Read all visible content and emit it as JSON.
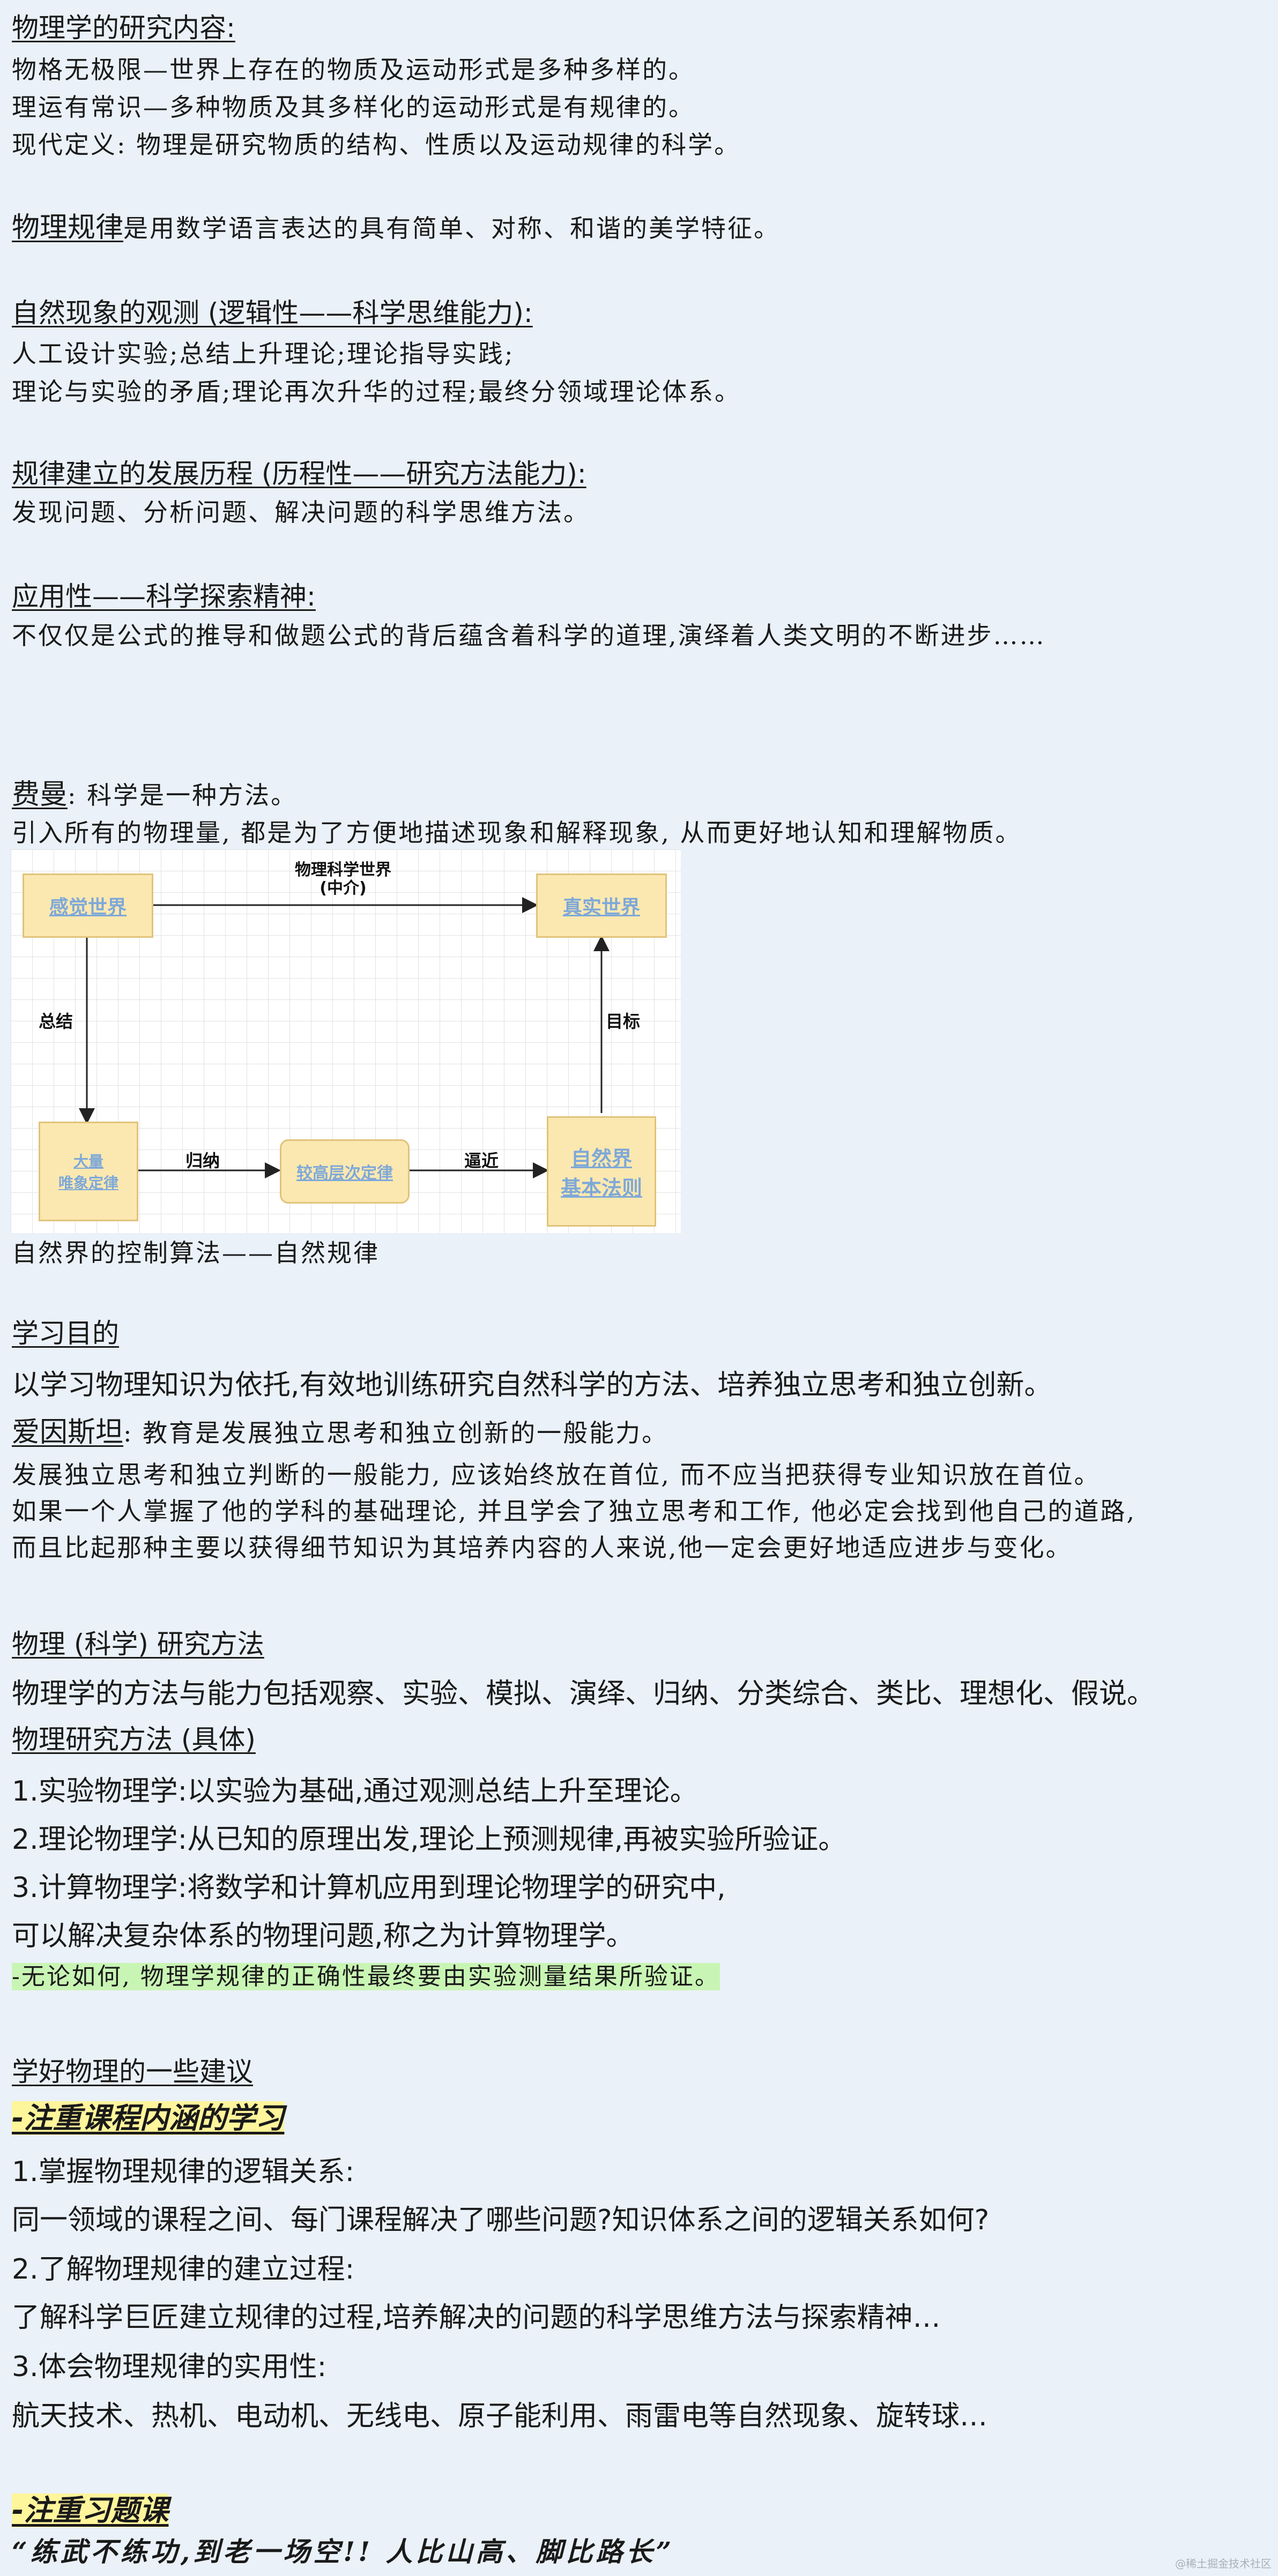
{
  "s1": {
    "heading": "物理学的研究内容:",
    "lines": [
      "物格无极限—世界上存在的物质及运动形式是多种多样的。",
      "理运有常识—多种物质及其多样化的运动形式是有规律的。",
      "现代定义: 物理是研究物质的结构、性质以及运动规律的科学。"
    ]
  },
  "s2": {
    "term": "物理规律",
    "rest": "是用数学语言表达的具有简单、对称、和谐的美学特征。"
  },
  "s3": {
    "heading": "自然现象的观测 (逻辑性——科学思维能力):",
    "lines": [
      "人工设计实验;总结上升理论;理论指导实践;",
      "理论与实验的矛盾;理论再次升华的过程;最终分领域理论体系。"
    ]
  },
  "s4": {
    "heading": "规律建立的发展历程 (历程性——研究方法能力):",
    "line": "发现问题、分析问题、解决问题的科学思维方法。"
  },
  "s5": {
    "heading": "应用性——科学探索精神:",
    "line": "不仅仅是公式的推导和做题公式的背后蕴含着科学的道理,演绎着人类文明的不断进步……"
  },
  "s6": {
    "name": "费曼",
    "rest": ": 科学是一种方法。",
    "line": "引入所有的物理量, 都是为了方便地描述现象和解释现象, 从而更好地认知和理解物质。"
  },
  "diagram": {
    "box_perceived": "感觉世界",
    "box_real": "真实世界",
    "box_phen_1": "大量",
    "box_phen_2": "唯象定律",
    "box_higher": "较高层次定律",
    "box_nature_1": "自然界",
    "box_nature_2": "基本法则",
    "label_world_1": "物理科学世界",
    "label_world_2": "(中介)",
    "label_summary": "总结",
    "label_goal": "目标",
    "label_induce": "归纳",
    "label_approach": "逼近",
    "caption": "自然界的控制算法——自然规律"
  },
  "s7": {
    "heading": "学习目的",
    "line1": "以学习物理知识为依托,有效地训练研究自然科学的方法、培养独立思考和独立创新。",
    "einstein": "爱因斯坦",
    "einstein_rest": ": 教育是发展独立思考和独立创新的一般能力。",
    "lines": [
      "发展独立思考和独立判断的一般能力, 应该始终放在首位, 而不应当把获得专业知识放在首位。",
      "如果一个人掌握了他的学科的基础理论, 并且学会了独立思考和工作, 他必定会找到他自己的道路,",
      "而且比起那种主要以获得细节知识为其培养内容的人来说,他一定会更好地适应进步与变化。"
    ]
  },
  "s8": {
    "heading": "物理 (科学) 研究方法",
    "line": "物理学的方法与能力包括观察、实验、模拟、演绎、归纳、分类综合、类比、理想化、假说。",
    "heading2": "物理研究方法 (具体)",
    "items": [
      "1.实验物理学:以实验为基础,通过观测总结上升至理论。",
      "2.理论物理学:从已知的原理出发,理论上预测规律,再被实验所验证。",
      "3.计算物理学:将数学和计算机应用到理论物理学的研究中,",
      "可以解决复杂体系的物理问题,称之为计算物理学。"
    ],
    "highlight": "-无论如何, 物理学规律的正确性最终要由实验测量结果所验证。"
  },
  "s9": {
    "heading": "学好物理的一些建议",
    "sub1": "-注重课程内涵的学习",
    "items": [
      "1.掌握物理规律的逻辑关系:",
      "同一领域的课程之间、每门课程解决了哪些问题?知识体系之间的逻辑关系如何?",
      "2.了解物理规律的建立过程:",
      "了解科学巨匠建立规律的过程,培养解决的问题的科学思维方法与探索精神…",
      "3.体会物理规律的实用性:",
      "航天技术、热机、电动机、无线电、原子能利用、雨雷电等自然现象、旋转球…"
    ],
    "sub2": "-注重习题课",
    "quote": "“练武不练功,到老一场空!! 人比山高、脚比路长”"
  },
  "watermark": "@稀土掘金技术社区"
}
